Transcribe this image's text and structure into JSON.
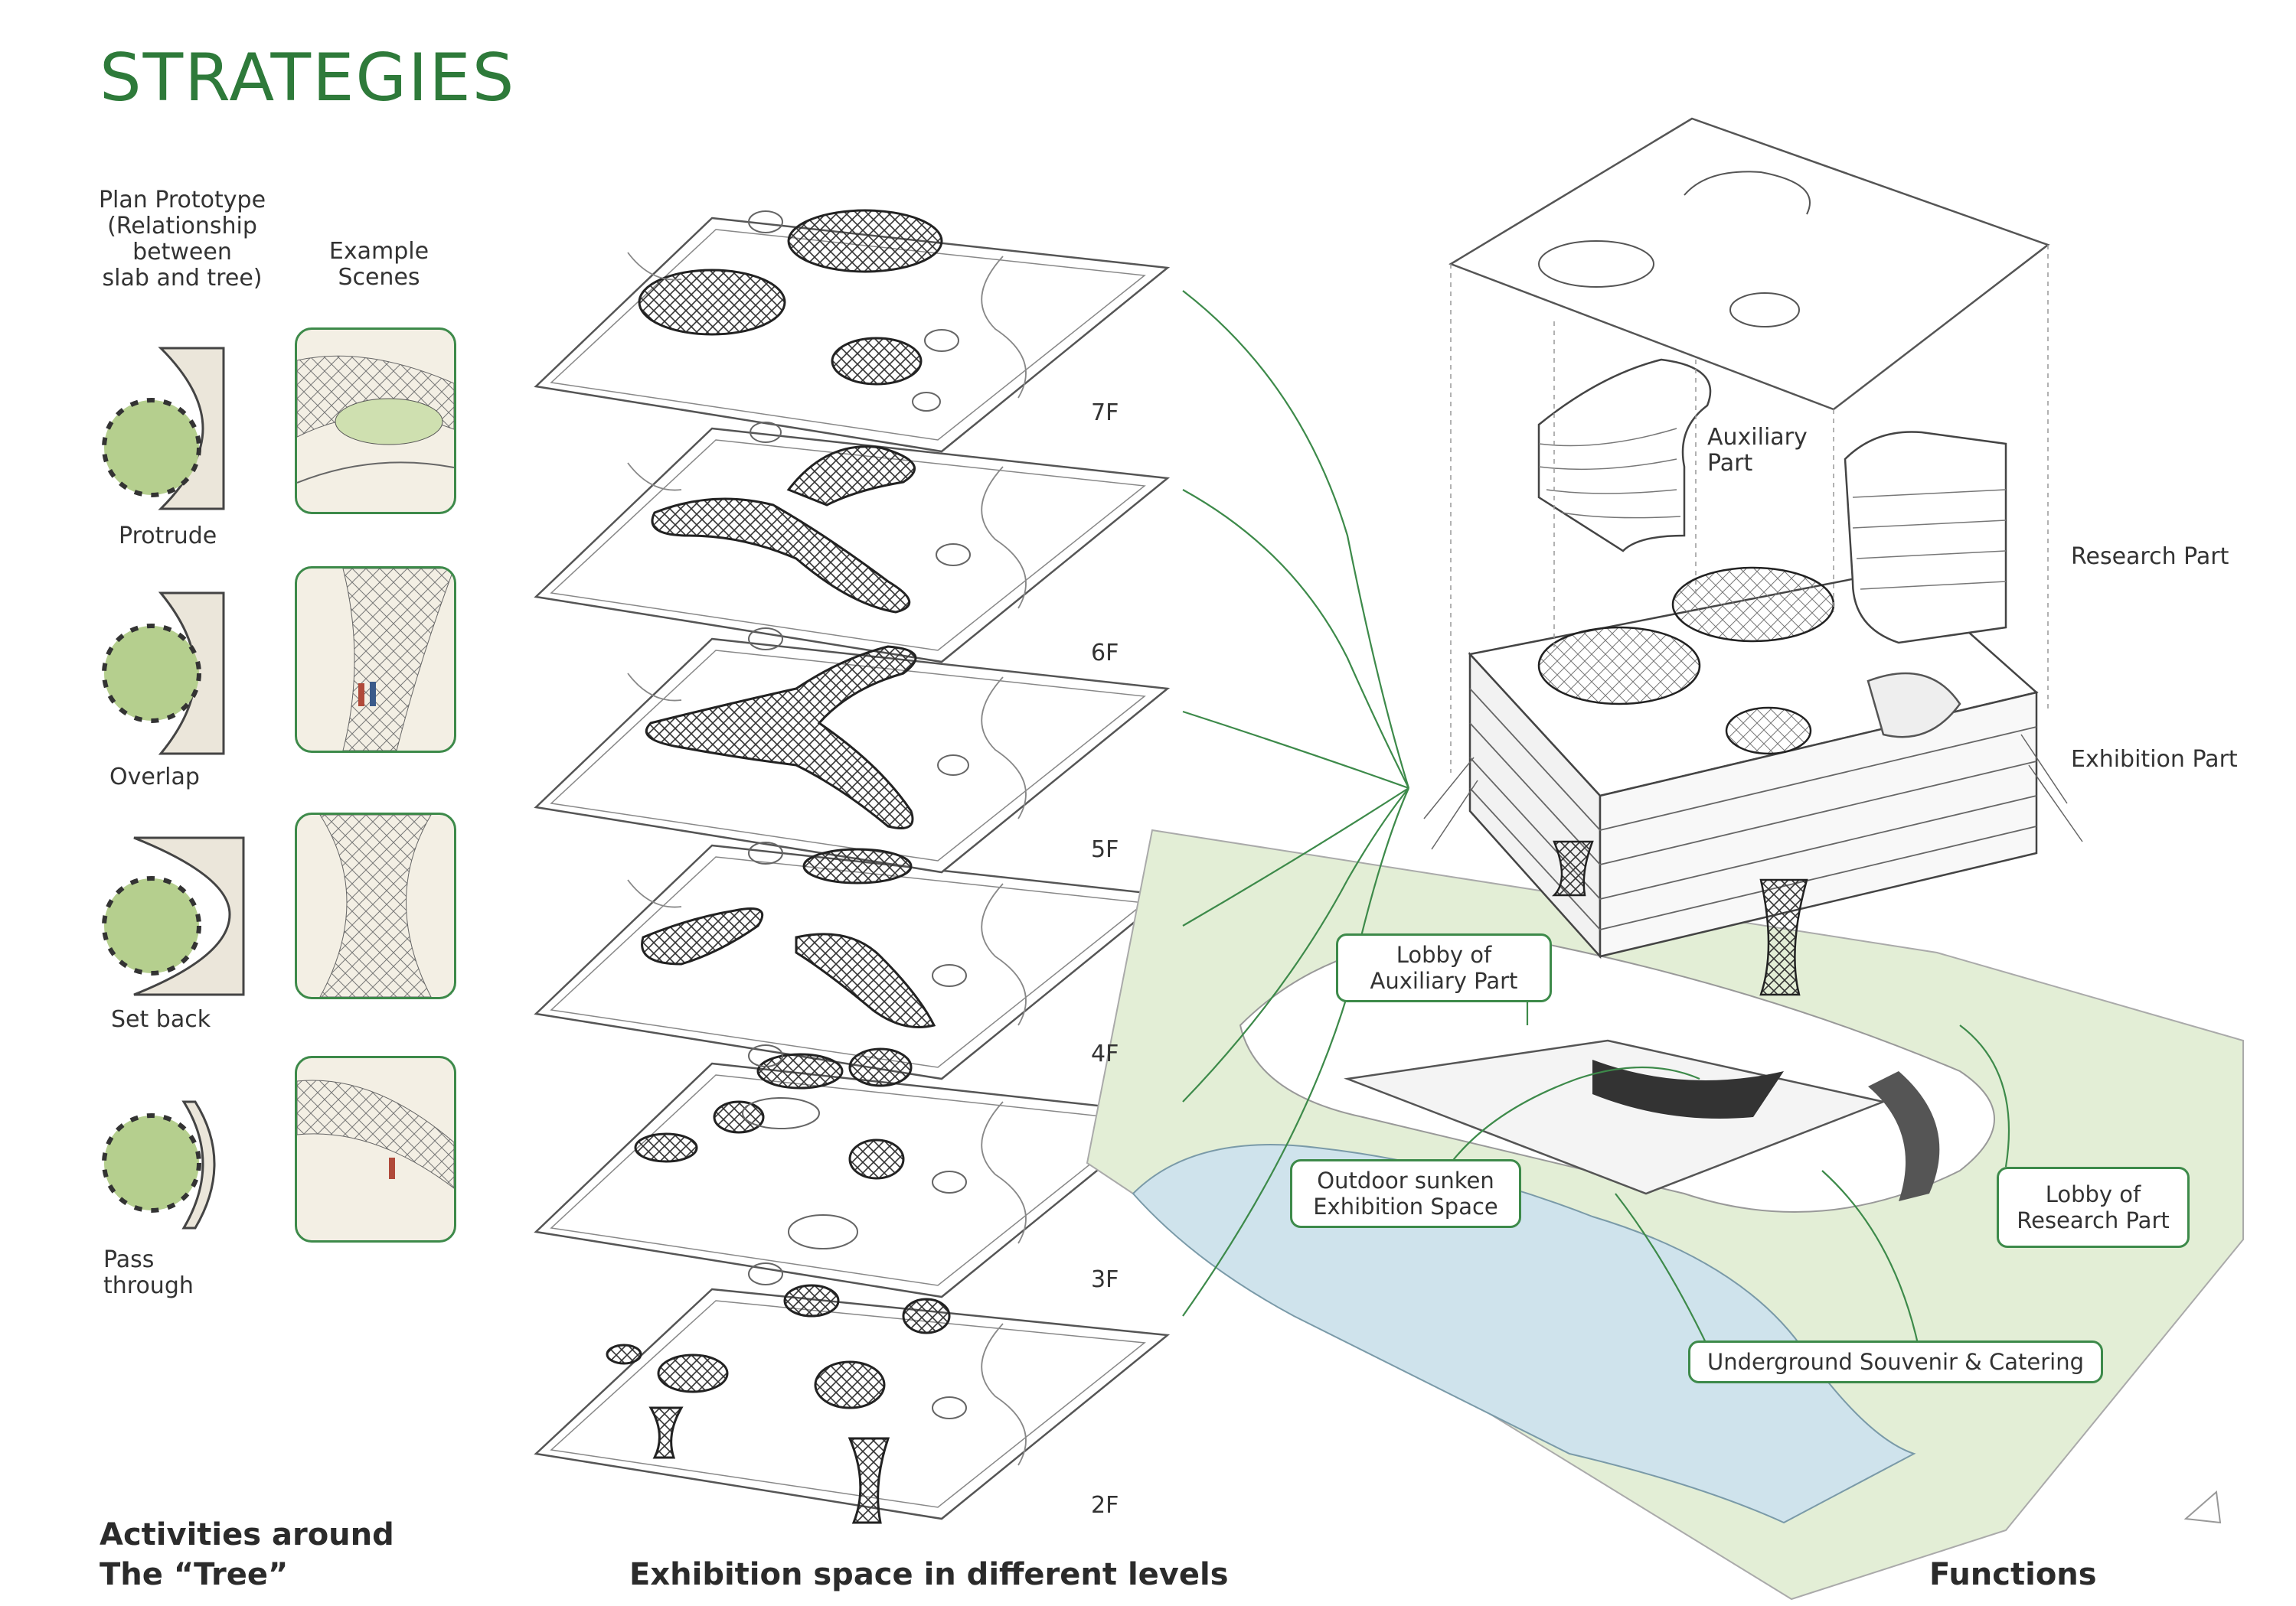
{
  "title": "STRATEGIES",
  "left": {
    "header_plan": [
      "Plan Prototype",
      "(Relationship",
      "between",
      "slab and tree)"
    ],
    "header_scenes": [
      "Example",
      "Scenes"
    ],
    "items": [
      {
        "label": "Protrude"
      },
      {
        "label": "Overlap"
      },
      {
        "label": "Set back"
      },
      {
        "label": "Pass\nthrough"
      }
    ],
    "footer": [
      "Activities around",
      "The “Tree”"
    ]
  },
  "middle": {
    "floors": [
      "7F",
      "6F",
      "5F",
      "4F",
      "3F",
      "2F"
    ],
    "footer": "Exhibition space in different levels"
  },
  "right": {
    "parts": {
      "auxiliary": [
        "Auxiliary",
        "Part"
      ],
      "research": "Research Part",
      "exhibition": "Exhibition Part"
    },
    "callouts": {
      "lobby_aux": [
        "Lobby of",
        "Auxiliary Part"
      ],
      "outdoor": [
        "Outdoor sunken",
        "Exhibition Space"
      ],
      "lobby_research": [
        "Lobby of",
        "Research Part"
      ],
      "underground": "Underground Souvenir & Catering"
    },
    "footer": "Functions"
  },
  "colors": {
    "accent_green": "#3d8a4a",
    "title_green": "#2e7a3a",
    "tree_green": "#b5cf8e",
    "landscape_green": "#e3eed6",
    "water_blue": "#cfe3ec",
    "slab_beige": "#ebe6da"
  }
}
